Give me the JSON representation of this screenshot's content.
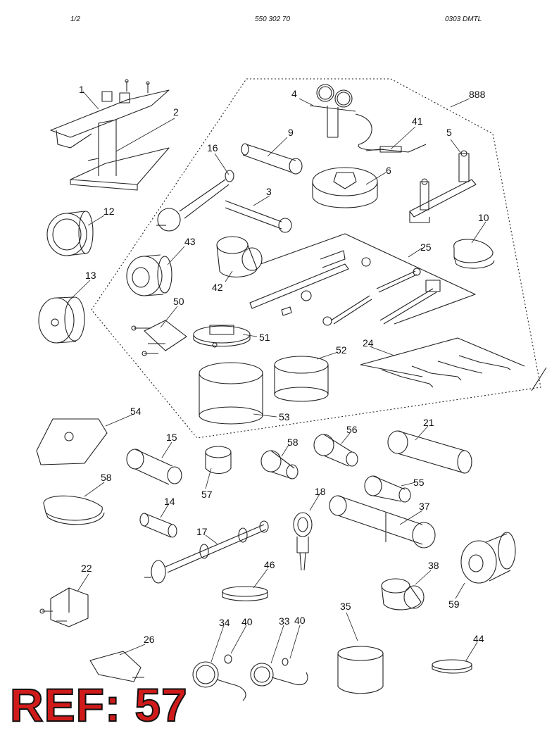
{
  "header": {
    "page": "1/2",
    "part_number": "550 302 70",
    "code": "0303 DMTL"
  },
  "reference": "REF: 57",
  "callouts": [
    "1",
    "2",
    "4",
    "888",
    "9",
    "41",
    "5",
    "16",
    "6",
    "3",
    "12",
    "10",
    "43",
    "25",
    "42",
    "13",
    "50",
    "51",
    "24",
    "52",
    "53",
    "54",
    "21",
    "15",
    "58",
    "56",
    "57",
    "55",
    "58",
    "18",
    "37",
    "14",
    "17",
    "22",
    "38",
    "46",
    "59",
    "35",
    "34",
    "40",
    "33",
    "40",
    "26",
    "44"
  ]
}
